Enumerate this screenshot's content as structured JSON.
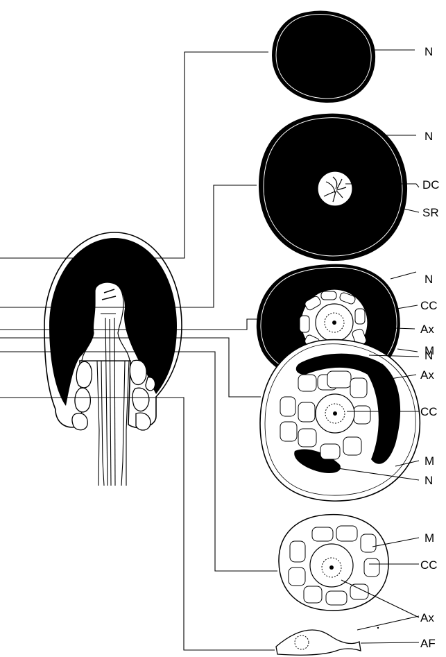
{
  "labels": {
    "s1_n": "N",
    "s2_n": "N",
    "s2_dc": "DC",
    "s2_sr": "SR",
    "s3_n": "N",
    "s3_cc": "CC",
    "s3_ax": "Ax",
    "s3_m": "M",
    "s4_n": "N",
    "s4_ax": "Ax",
    "s4_cc": "CC",
    "s4_m": "M",
    "s4_n2": "N",
    "s5_m": "M",
    "s5_cc": "CC",
    "s5_ax": "Ax",
    "s6_af": "AF"
  }
}
